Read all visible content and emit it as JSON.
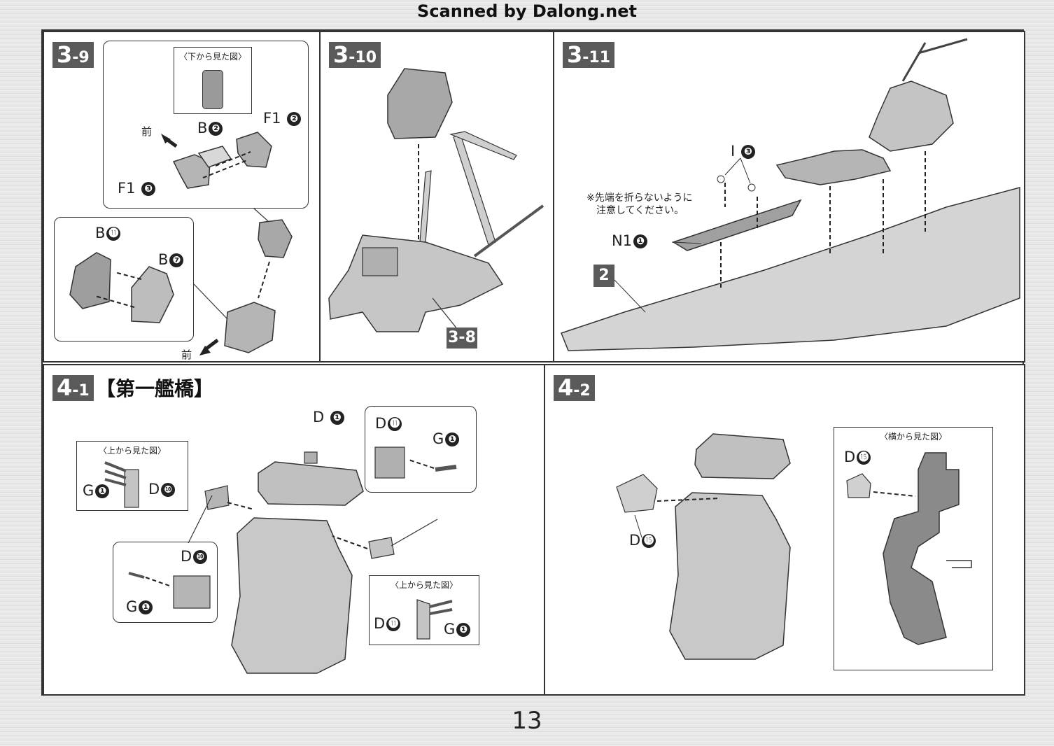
{
  "header": "Scanned by Dalong.net",
  "page_number": "13",
  "s39": {
    "step_major": "3",
    "step_minor": "-9",
    "view_caption": "〈下から見た図〉",
    "front1": "前",
    "front2": "前",
    "b2": "B",
    "b2n": "❷",
    "f12": "F1",
    "f12n": "❷",
    "f13": "F1",
    "f13n": "❸",
    "b11": "B",
    "b11n": "⓫",
    "b7": "B",
    "b7n": "❼"
  },
  "s310": {
    "step_major": "3",
    "step_minor": "-10",
    "ref": "3-8"
  },
  "s311": {
    "step_major": "3",
    "step_minor": "-11",
    "i3": "I",
    "i3n": "❸",
    "note_line1": "※先端を折らないように",
    "note_line2": "注意してください。",
    "n11": "N1",
    "n11n": "❶",
    "ref": "2"
  },
  "s41": {
    "step_major": "4",
    "step_minor": "-1",
    "title": "【第一艦橋】",
    "d1": "D",
    "d1n": "❶",
    "top_caption1": "〈上から見た図〉",
    "g1a": "G",
    "g1an": "❶",
    "d10a": "D",
    "d10an": "❿",
    "d10b": "D",
    "d10bn": "❿",
    "g1b": "G",
    "g1bn": "❶",
    "d11a": "D",
    "d11an": "⓫",
    "g1c": "G",
    "g1cn": "❶",
    "top_caption2": "〈上から見た図〉",
    "d11b": "D",
    "d11bn": "⓫",
    "g1d": "G",
    "g1dn": "❶"
  },
  "s42": {
    "step_major": "4",
    "step_minor": "-2",
    "side_caption": "〈横から見た図〉",
    "d15a": "D",
    "d15an": "⓯",
    "d15b": "D",
    "d15bn": "⓯"
  }
}
